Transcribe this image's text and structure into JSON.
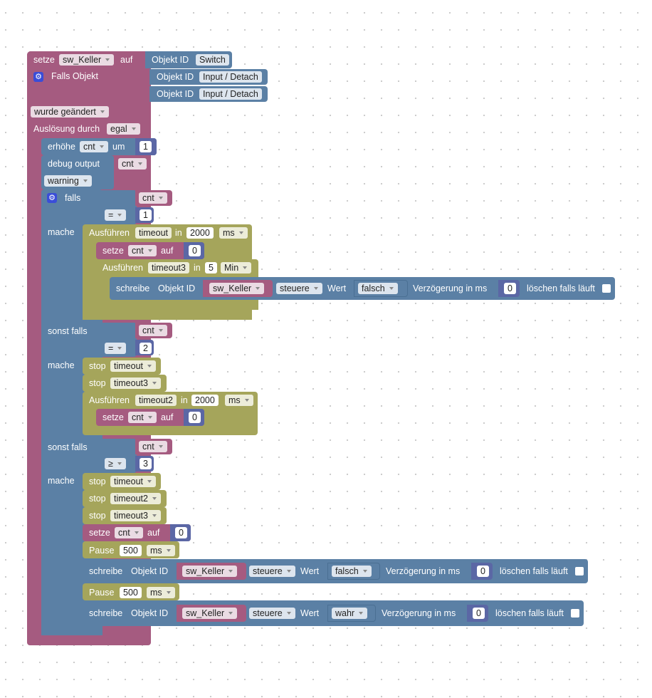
{
  "outer": {
    "setze_label": "setze",
    "var_name": "sw_Keller",
    "auf_label": "auf",
    "objekt_id_label": "Objekt ID",
    "switch_value": "Switch",
    "falls_objekt_label": "Falls Objekt",
    "input1": "Input / Detach",
    "input2": "Input / Detach",
    "event_type": "wurde geändert",
    "ausloesung_label": "Auslösung durch",
    "ausloesung_value": "egal"
  },
  "erhoehe": {
    "label": "erhöhe",
    "var": "cnt",
    "um_label": "um",
    "value": "1"
  },
  "debug": {
    "label": "debug output",
    "value": "cnt",
    "level": "warning"
  },
  "if_block": {
    "falls_label": "falls",
    "sonst_falls_label": "sonst falls",
    "mache_label": "mache",
    "cond1": {
      "var": "cnt",
      "op": "=",
      "num": "1"
    },
    "cond2": {
      "var": "cnt",
      "op": "=",
      "num": "2"
    },
    "cond3": {
      "var": "cnt",
      "op": "≥",
      "num": "3"
    }
  },
  "branch1": {
    "ausfuehren_label": "Ausführen",
    "timer1": "timeout",
    "in_label": "in",
    "delay1": "2000",
    "unit1": "ms",
    "setze_label": "setze",
    "var": "cnt",
    "auf_label": "auf",
    "value": "0",
    "timer2": "timeout3",
    "delay2": "5",
    "unit2": "Min",
    "schreibe_label": "schreibe",
    "objekt_id_label": "Objekt ID",
    "obj": "sw_Keller",
    "mode": "steuere",
    "wert_label": "Wert",
    "wert": "falsch",
    "verz_label": "Verzögerung in ms",
    "verz_value": "0",
    "loeschen_label": "löschen falls läuft"
  },
  "branch2": {
    "stop_label": "stop",
    "stop1": "timeout",
    "stop2": "timeout3",
    "ausfuehren_label": "Ausführen",
    "timer": "timeout2",
    "in_label": "in",
    "delay": "2000",
    "unit": "ms",
    "setze_label": "setze",
    "var": "cnt",
    "auf_label": "auf",
    "value": "0"
  },
  "branch3": {
    "stop_label": "stop",
    "stop1": "timeout",
    "stop2": "timeout2",
    "stop3": "timeout3",
    "setze_label": "setze",
    "var": "cnt",
    "auf_label": "auf",
    "value": "0",
    "pause_label": "Pause",
    "pause1": "500",
    "pause1_unit": "ms",
    "schreibe_label": "schreibe",
    "objekt_id_label": "Objekt ID",
    "obj1": "sw_Keller",
    "mode1": "steuere",
    "wert_label": "Wert",
    "wert1": "falsch",
    "verz_label": "Verzögerung in ms",
    "verz1": "0",
    "loeschen_label": "löschen falls läuft",
    "pause2": "500",
    "pause2_unit": "ms",
    "obj2": "sw_Keller",
    "mode2": "steuere",
    "wert2": "wahr",
    "verz2": "0"
  },
  "colors": {
    "logic": "#a55b80",
    "io": "#5b80a5",
    "timer": "#a5a55b",
    "math": "#5b67a5"
  }
}
